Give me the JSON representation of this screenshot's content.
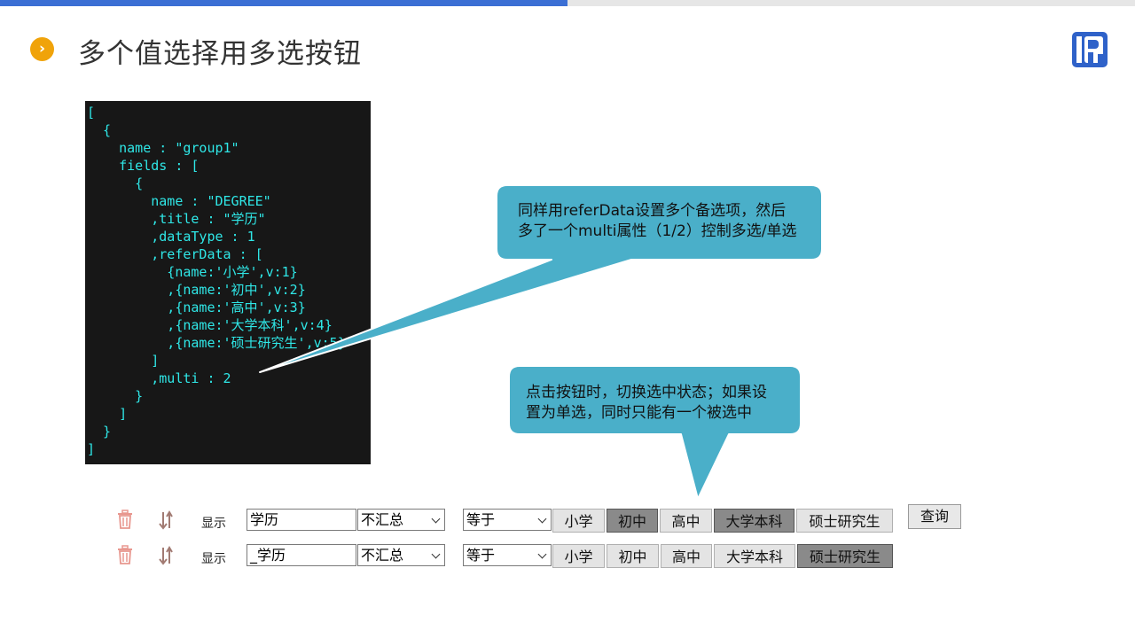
{
  "header": {
    "title": "多个值选择用多选按钮"
  },
  "code_lines": [
    "[",
    "  {",
    "    name : \"group1\"",
    "    fields : [",
    "      {",
    "        name : \"DEGREE\"",
    "        ,title : \"学历\"",
    "        ,dataType : 1",
    "        ,referData : [",
    "          {name:'小学',v:1}",
    "          ,{name:'初中',v:2}",
    "          ,{name:'高中',v:3}",
    "          ,{name:'大学本科',v:4}",
    "          ,{name:'硕士研究生',v:5}",
    "        ]",
    "        ,multi : 2",
    "      }",
    "    ]",
    "  }",
    "]"
  ],
  "callouts": {
    "top": {
      "line1": "同样用referData设置多个备选项，然后",
      "line2": "多了一个multi属性（1/2）控制多选/单选"
    },
    "bottom": {
      "line1": "点击按钮时，切换选中状态；如果设",
      "line2": "置为单选，同时只能有一个被选中"
    }
  },
  "rows": [
    {
      "show_label": "显示",
      "field_value": "学历",
      "agg_value": "不汇总",
      "op_value": "等于",
      "options": [
        "小学",
        "初中",
        "高中",
        "大学本科",
        "硕士研究生"
      ],
      "selected": [
        false,
        true,
        false,
        true,
        false
      ]
    },
    {
      "show_label": "显示",
      "field_value": "_学历",
      "agg_value": "不汇总",
      "op_value": "等于",
      "options": [
        "小学",
        "初中",
        "高中",
        "大学本科",
        "硕士研究生"
      ],
      "selected": [
        false,
        false,
        false,
        false,
        true
      ]
    }
  ],
  "query_button": "查询",
  "colors": {
    "accent": "#3b6fd4",
    "bullet": "#f0a30a",
    "code_text": "#2fe7e7",
    "callout": "#4aafc9",
    "selected_option": "#8a8a8a"
  },
  "icons": [
    "chevron-right-icon",
    "trash-icon",
    "sort-icon",
    "logo-icon"
  ]
}
